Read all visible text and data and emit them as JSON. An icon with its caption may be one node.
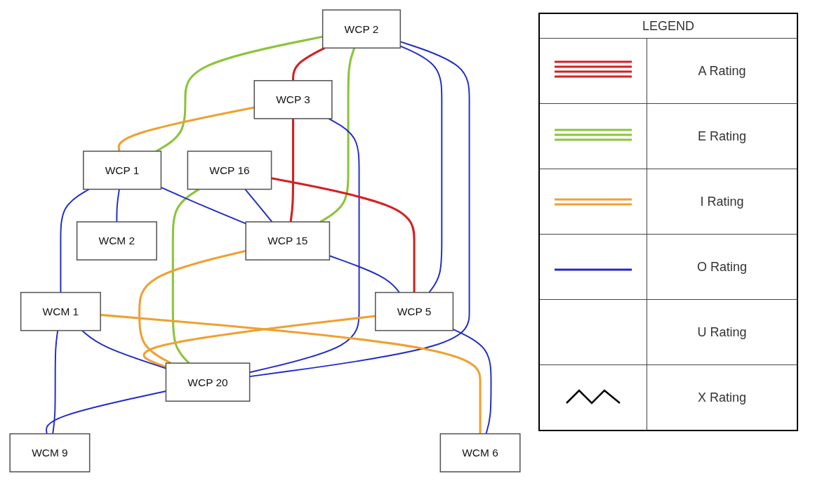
{
  "diagram": {
    "nodes": [
      {
        "text": [
          "WCP 2"
        ]
      },
      {
        "text": [
          "WCP 3"
        ]
      },
      {
        "text": [
          "WCP 16"
        ]
      },
      {
        "text": [
          "WCP 1"
        ]
      },
      {
        "text": [
          "WCP 15"
        ]
      },
      {
        "text": [
          "WCP 5"
        ]
      },
      {
        "text": [
          "WCM 2"
        ]
      },
      {
        "text": [
          "WCM 1"
        ]
      },
      {
        "text": [
          "WCP 20"
        ]
      },
      {
        "text": [
          "WCM 9"
        ]
      },
      {
        "text": [
          "WCM 6"
        ]
      }
    ],
    "edges": [
      {
        "from": 0,
        "to": 1,
        "arrow": "none",
        "color": "#d42020"
      },
      {
        "from": 0,
        "to": 3,
        "arrow": "none",
        "color": "#8cc43c"
      },
      {
        "from": 0,
        "to": 4,
        "arrow": "none",
        "color": "#8cc43c"
      },
      {
        "from": 0,
        "to": 5,
        "arrow": "none"
      },
      {
        "from": 0,
        "to": 8,
        "arrow": "none"
      },
      {
        "from": 1,
        "to": 3,
        "arrow": "none",
        "color": "#f0a030"
      },
      {
        "from": 1,
        "to": 4,
        "arrow": "none",
        "color": "#d42020"
      },
      {
        "from": 1,
        "to": 8,
        "arrow": "none"
      },
      {
        "from": 2,
        "to": 4,
        "arrow": "none"
      },
      {
        "from": 2,
        "to": 5,
        "arrow": "none",
        "color": "#d42020"
      },
      {
        "from": 2,
        "to": 8,
        "arrow": "none",
        "color": "#8cc43c"
      },
      {
        "from": 3,
        "to": 4,
        "arrow": "none"
      },
      {
        "from": 3,
        "to": 6,
        "arrow": "none"
      },
      {
        "from": 3,
        "to": 7,
        "arrow": "none"
      },
      {
        "from": 4,
        "to": 5,
        "arrow": "none"
      },
      {
        "from": 4,
        "to": 8,
        "arrow": "none",
        "color": "#f0a030"
      },
      {
        "from": 5,
        "to": 8,
        "arrow": "none",
        "color": "#f0a030"
      },
      {
        "from": 5,
        "to": 10,
        "arrow": "none"
      },
      {
        "from": 7,
        "to": 8,
        "arrow": "none"
      },
      {
        "from": 7,
        "to": 9,
        "arrow": "none"
      },
      {
        "from": 8,
        "to": 9,
        "arrow": "none"
      },
      {
        "from": 7,
        "to": 10,
        "arrow": "none",
        "color": "#f0a030"
      }
    ],
    "labels": [
      "LEGEND"
    ],
    "legend": [
      {
        "text": "A Rating"
      },
      {
        "text": "E Rating"
      },
      {
        "text": "I Rating"
      },
      {
        "text": "O Rating"
      },
      {
        "text": "U Rating"
      },
      {
        "text": "X Rating"
      }
    ]
  }
}
